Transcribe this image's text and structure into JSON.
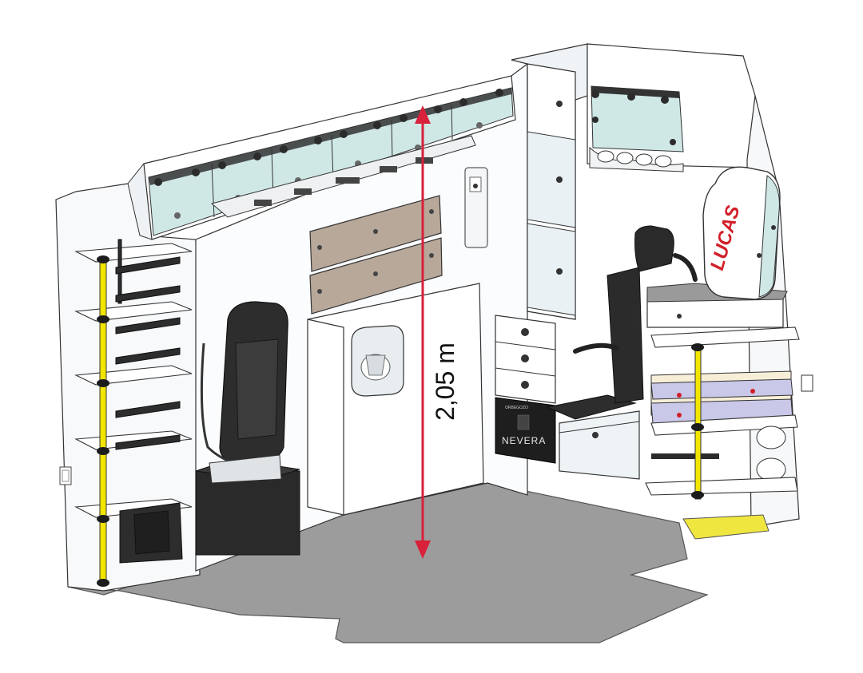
{
  "interior_height": {
    "label": "2,05 m"
  },
  "brand": {
    "text": "LUCAS"
  },
  "fridge": {
    "label": "NEVERA",
    "maker_text": "ORBEGOZO"
  },
  "colors": {
    "measure_arrow": "#d8213a",
    "cabinet_glass": "#cfe8e6",
    "floor": "#9c9c9c",
    "pole": "#f2e600",
    "brand_red": "#d11f2a",
    "outline": "#2e2e2e"
  },
  "icons": [
    "height-arrow-icon",
    "pole-icon",
    "seat-icon",
    "fridge-icon",
    "sink-icon"
  ]
}
